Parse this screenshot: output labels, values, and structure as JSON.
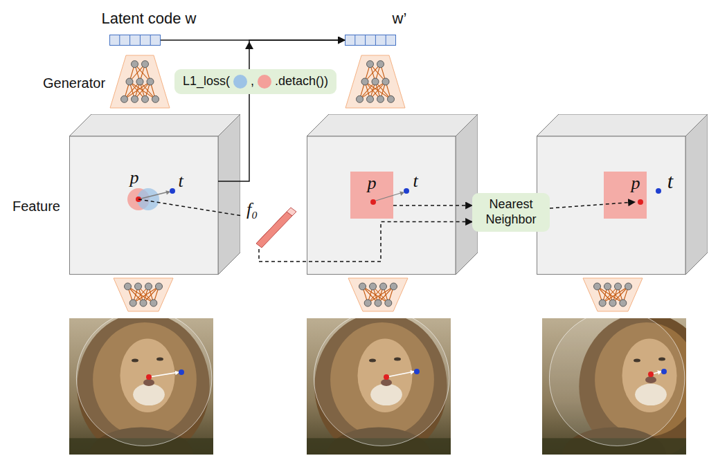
{
  "diagram": {
    "nodes": [
      {
        "text": [
          "Latent code w"
        ]
      },
      {
        "text": [
          "w’"
        ]
      },
      {
        "text": [
          "L1_loss(",
          ",",
          ".detach())"
        ]
      },
      {
        "text": [
          "p",
          "t"
        ]
      },
      {
        "text": [
          "p",
          "t"
        ]
      },
      {
        "text": [
          "p",
          "t"
        ]
      },
      {
        "text": [
          "f₀"
        ]
      },
      {
        "text": [
          "Nearest Neighbor"
        ]
      }
    ],
    "edges": [
      {
        "from": 0,
        "to": 1,
        "arrow": "to"
      },
      {
        "from": 3,
        "to": 1,
        "arrow": "to"
      },
      {
        "from": 3,
        "to": 6,
        "arrow": "none"
      },
      {
        "from": 4,
        "to": 7,
        "arrow": "to"
      },
      {
        "from": 6,
        "to": 7,
        "arrow": "to"
      },
      {
        "from": 7,
        "to": 5,
        "arrow": "to"
      }
    ],
    "labels": [
      "Generator",
      "Feature"
    ]
  }
}
